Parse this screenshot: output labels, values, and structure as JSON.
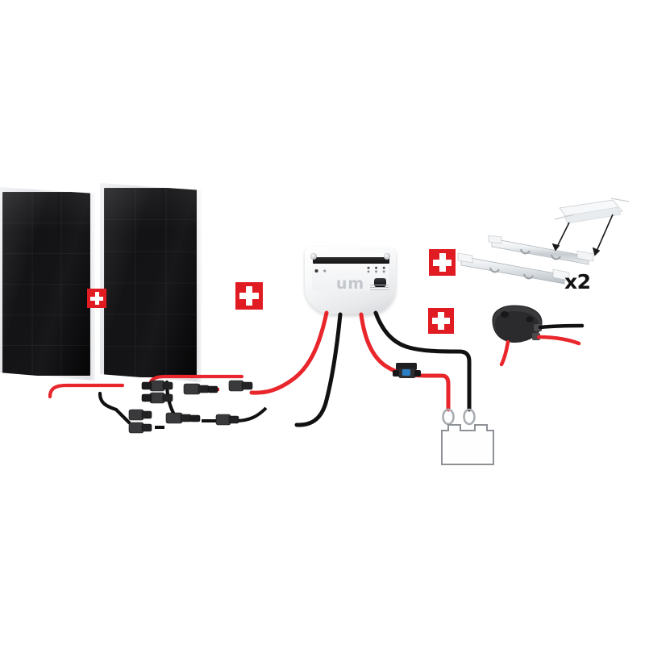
{
  "diagram": {
    "title": "Solar panel kit wiring diagram",
    "background_color": "#ffffff",
    "accent_color": "#e01b22",
    "cable_positive_color": "#e8262c",
    "cable_negative_color": "#111111"
  },
  "components": [
    {
      "id": "pv-panel-1",
      "name": "Solar panel (full black)",
      "label": "",
      "color": "#0d0d0f",
      "frame_color": "#e6e8ea"
    },
    {
      "id": "pv-panel-2",
      "name": "Solar panel (full black)",
      "label": "",
      "color": "#0d0d0f",
      "frame_color": "#e6e8ea"
    },
    {
      "id": "charge-controller",
      "name": "Solar charge controller",
      "brand_mark": "um",
      "color": "#ffffff"
    },
    {
      "id": "mounting-rails",
      "name": "Aluminium mounting rails with spoiler",
      "quantity_label": "x2",
      "color": "#e9ecee"
    },
    {
      "id": "cable-gland",
      "name": "Roof cable entry gland",
      "color": "#2b2b2d"
    },
    {
      "id": "fuse-holder",
      "name": "In-line fuse holder",
      "color": "#1f1f21"
    },
    {
      "id": "battery",
      "name": "Battery",
      "color": "#ffffff",
      "outline_color": "#8e9296"
    },
    {
      "id": "mc4-connectors",
      "name": "MC4 branch connectors",
      "color": "#2e2e30"
    },
    {
      "id": "ring-terminals",
      "name": "Ring terminals",
      "color": "#c9ccd0"
    }
  ],
  "badges": [
    {
      "id": "plus-1",
      "symbol": "+",
      "name": "plus-badge-between-panels"
    },
    {
      "id": "plus-2",
      "symbol": "+",
      "name": "plus-badge-panels-to-controller"
    },
    {
      "id": "plus-3",
      "symbol": "+",
      "name": "plus-badge-mounting-rails"
    },
    {
      "id": "plus-4",
      "symbol": "+",
      "name": "plus-badge-cable-gland"
    }
  ],
  "annotations": {
    "quantity_rails": "x2"
  }
}
